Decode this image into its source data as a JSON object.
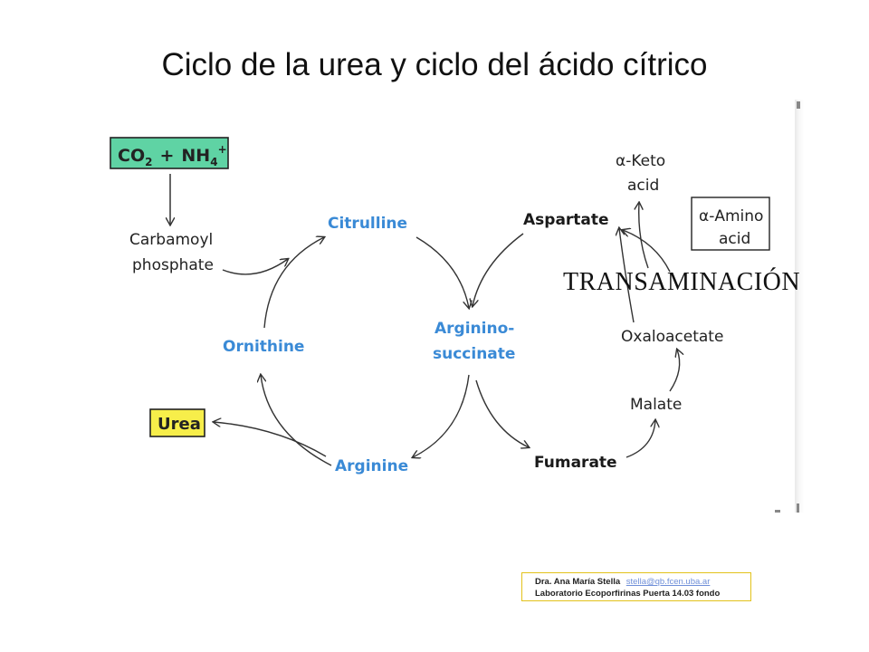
{
  "title": "Ciclo de la urea y ciclo del ácido cítrico",
  "inputs_box": {
    "text_co2": "CO",
    "sub_2": "2",
    "plus": "+",
    "text_nh4": "NH",
    "sub_4": "4",
    "sup_plus": "+"
  },
  "nodes": {
    "carbamoyl_line1": "Carbamoyl",
    "carbamoyl_line2": "phosphate",
    "citrulline": "Citrulline",
    "ornithine": "Ornithine",
    "arginine": "Arginine",
    "argininosuccinate_line1": "Arginino-",
    "argininosuccinate_line2": "succinate",
    "urea": "Urea",
    "aspartate": "Aspartate",
    "fumarate": "Fumarate",
    "malate": "Malate",
    "oxaloacetate": "Oxaloacetate",
    "keto_acid_line1": "α-Keto",
    "keto_acid_line2": "acid",
    "amino_acid_line1": "α-Amino",
    "amino_acid_line2": "acid"
  },
  "annotation": "TRANSAMINACIÓN",
  "credit": {
    "name": "Dra. Ana María Stella",
    "email": "stella@qb.fcen.uba.ar",
    "lab": "Laboratorio Ecoporfirinas Puerta 14.03 fondo"
  },
  "colors": {
    "cycle_blue": "#3a8ad6",
    "co2_box_fill": "#5fd3a4",
    "urea_box_fill": "#f7ee4a",
    "credit_border": "#e3c21a"
  }
}
